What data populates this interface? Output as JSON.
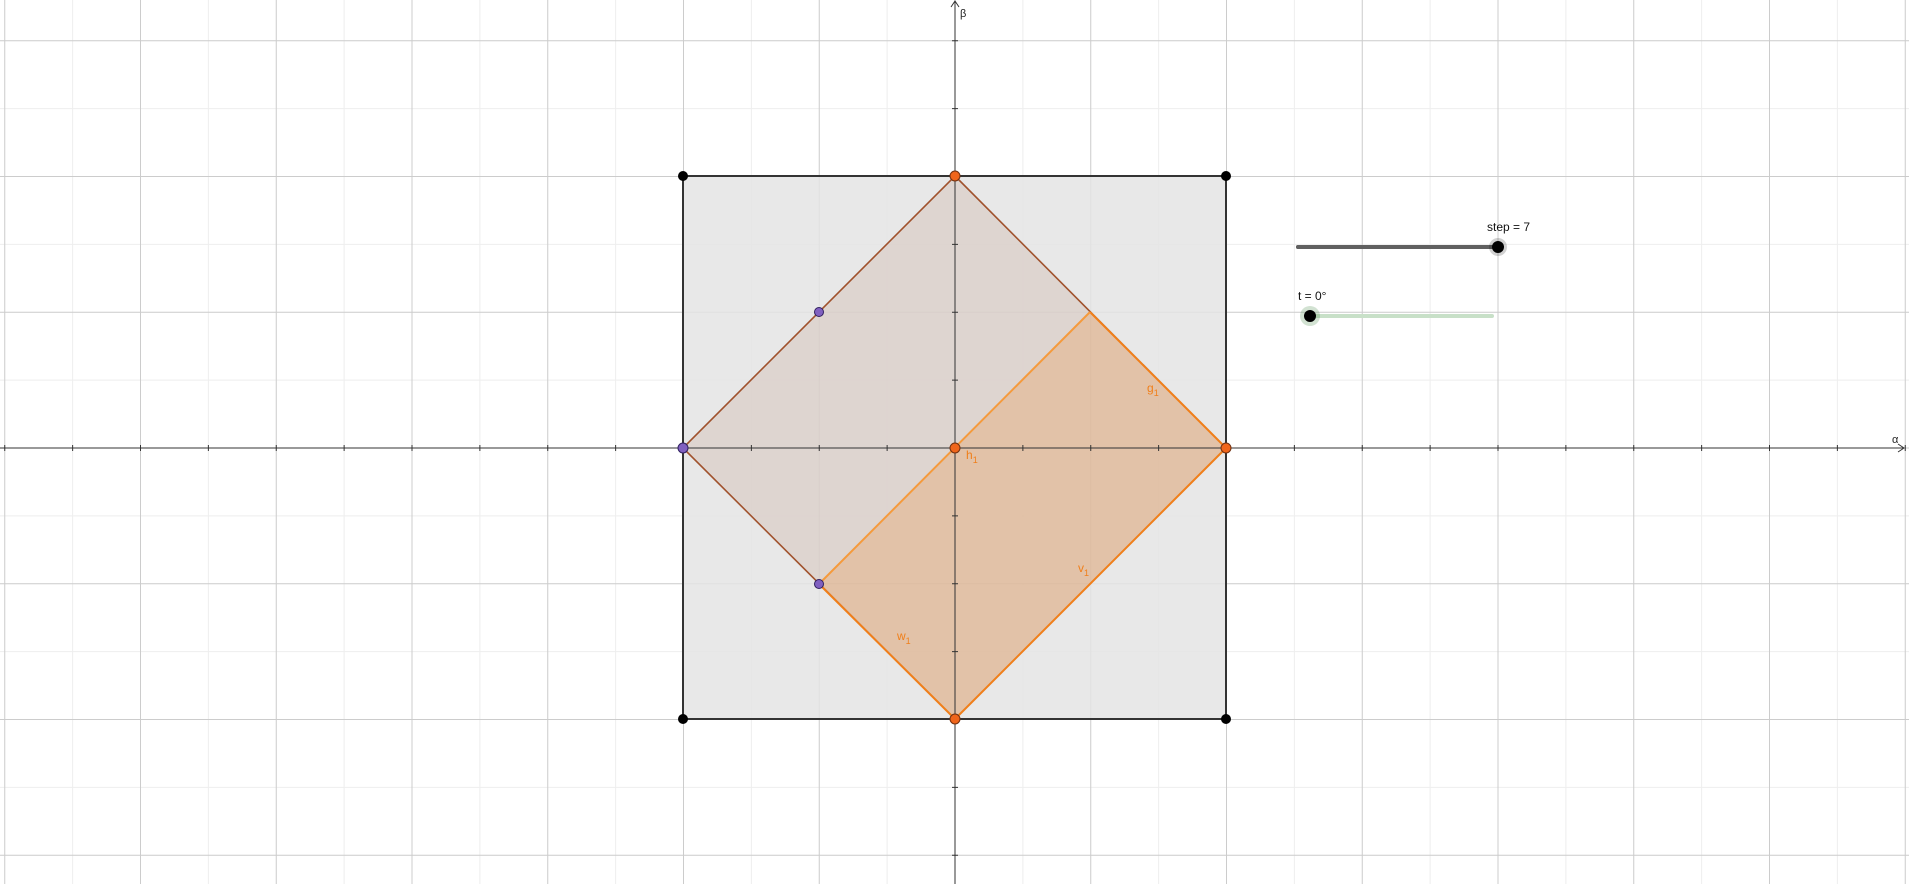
{
  "axes": {
    "x_label": "α",
    "y_label": "β"
  },
  "sliders": {
    "step": {
      "label": "step = 7",
      "value": 7,
      "fill_fraction": 1.0,
      "color": "#606060"
    },
    "t": {
      "label": "t = 0°",
      "value": 0,
      "fill_fraction": 0.0,
      "color": "#8fbf8f"
    }
  },
  "segment_labels": {
    "g1": {
      "base": "g",
      "sub": "1"
    },
    "h1": {
      "base": "h",
      "sub": "1"
    },
    "v1": {
      "base": "v",
      "sub": "1"
    },
    "w1": {
      "base": "w",
      "sub": "1"
    }
  },
  "colors": {
    "brown": "#a0522d",
    "orange": "#f07f1a",
    "square_fill": "#e4e4e4",
    "purple_point": "#8060c0",
    "orange_point": "#f0651a",
    "black": "#000000"
  }
}
